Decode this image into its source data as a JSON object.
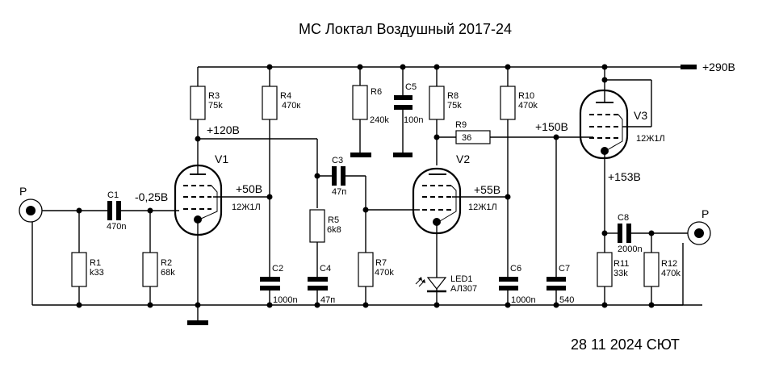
{
  "title": "МС Локтал Воздушный 2017-24",
  "footer": "28 11 2024 СЮТ",
  "supply_label": "+290В",
  "connectors": {
    "input_label": "Р",
    "output_label": "Р"
  },
  "voltages": {
    "v1_grid": "-0,25В",
    "v1_anode": "+120В",
    "v1_screen": "+50В",
    "v2_screen": "+55В",
    "v2_anode_node": "+150В",
    "v3_cathode": "+153В"
  },
  "tubes": [
    {
      "ref": "V1",
      "type": "12Ж1Л"
    },
    {
      "ref": "V2",
      "type": "12Ж1Л"
    },
    {
      "ref": "V3",
      "type": "12Ж1Л"
    }
  ],
  "resistors": [
    {
      "ref": "R1",
      "value": "k33"
    },
    {
      "ref": "R2",
      "value": "68k"
    },
    {
      "ref": "R3",
      "value": "75k"
    },
    {
      "ref": "R4",
      "value": "470к"
    },
    {
      "ref": "R5",
      "value": "6k8"
    },
    {
      "ref": "R6",
      "value": "240k"
    },
    {
      "ref": "R7",
      "value": "470k"
    },
    {
      "ref": "R8",
      "value": "75k"
    },
    {
      "ref": "R9",
      "value": "36"
    },
    {
      "ref": "R10",
      "value": "470k"
    },
    {
      "ref": "R11",
      "value": "33k"
    },
    {
      "ref": "R12",
      "value": "470k"
    }
  ],
  "capacitors": [
    {
      "ref": "C1",
      "value": "470n"
    },
    {
      "ref": "C2",
      "value": "1000n"
    },
    {
      "ref": "C3",
      "value": "47п"
    },
    {
      "ref": "C4",
      "value": "47п"
    },
    {
      "ref": "C5",
      "value": "100n"
    },
    {
      "ref": "C6",
      "value": "1000n"
    },
    {
      "ref": "C7",
      "value": "540"
    },
    {
      "ref": "C8",
      "value": "2000n"
    }
  ],
  "led": {
    "ref": "LED1",
    "type": "АЛ307"
  }
}
